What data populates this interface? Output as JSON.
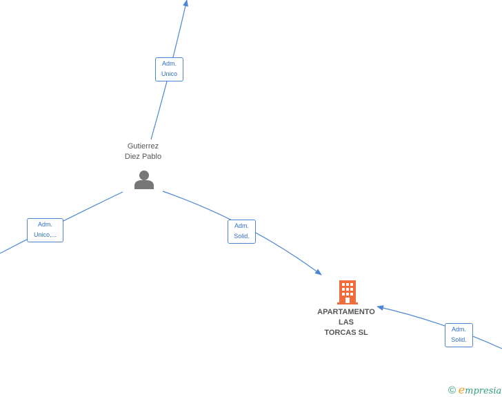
{
  "nodes": {
    "person": {
      "name_line1": "Gutierrez",
      "name_line2": "Diez Pablo"
    },
    "company": {
      "name_line1": "APARTAMENTO",
      "name_line2": "LAS",
      "name_line3": "TORCAS  SL"
    }
  },
  "edges": {
    "top": {
      "line1": "Adm.",
      "line2": "Unico"
    },
    "left": {
      "line1": "Adm.",
      "line2": "Unico,..."
    },
    "middle": {
      "line1": "Adm.",
      "line2": "Solid."
    },
    "right": {
      "line1": "Adm.",
      "line2": "Solid."
    }
  },
  "colors": {
    "edge": "#4a86d4",
    "company_icon": "#f26b3a",
    "person_icon": "#777777"
  },
  "brand": {
    "copyright": "©",
    "initial": "e",
    "rest": "mpresia"
  }
}
